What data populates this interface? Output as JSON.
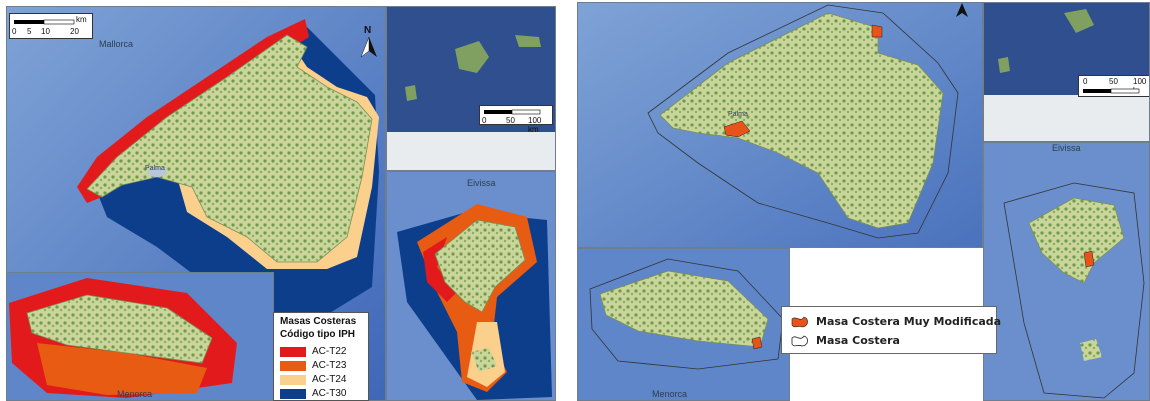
{
  "left_figure": {
    "scalebar": {
      "unit": "km",
      "ticks": [
        "0",
        "5",
        "10",
        "20"
      ]
    },
    "place_labels": {
      "mallorca": "Mallorca",
      "menorca": "Menorca",
      "eivissa": "Eivissa",
      "palma": "Palma"
    },
    "inset_scalebar": {
      "ticks": [
        "0",
        "50",
        "100 km"
      ]
    },
    "north": "N",
    "legend": {
      "title_line1": "Masas Costeras",
      "title_line2": "Código tipo IPH",
      "items": [
        {
          "label": "AC-T22",
          "color": "#e31a1c"
        },
        {
          "label": "AC-T23",
          "color": "#e85b12"
        },
        {
          "label": "AC-T24",
          "color": "#fad08c"
        },
        {
          "label": "AC-T30",
          "color": "#0c3e8c"
        }
      ]
    }
  },
  "right_figure": {
    "inset_scalebar": {
      "ticks": [
        "0",
        "50",
        "100 k"
      ]
    },
    "place_labels": {
      "eivissa": "Eivissa",
      "menorca": "Menorca",
      "palma": "Palma"
    },
    "legend": {
      "items": [
        {
          "label": "Masa Costera Muy Modificada",
          "color": "#e8531a"
        },
        {
          "label": "Masa Costera",
          "color": "#ffffff"
        }
      ]
    }
  }
}
